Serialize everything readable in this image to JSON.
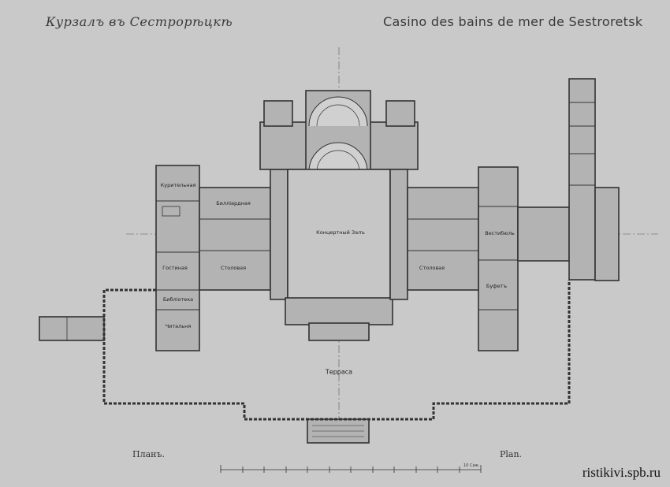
{
  "title_ru": "Курзалъ въ Сестрорѣцкѣ",
  "title_fr": "Casino des bains de mer de Sestroretsk",
  "caption_ru": "Планъ.",
  "caption_fr": "Plan.",
  "watermark": "ristikivi.spb.ru",
  "scale_label": "10 Саж.",
  "rooms": {
    "kurilnaya": "Курительная",
    "billiardnaya": "Билліардная",
    "kontsertny_zal": "Концертный Залъ",
    "gostinaya": "Гостиная",
    "stolovaya_left": "Столовая",
    "stolovaya_right": "Столовая",
    "biblioteka": "Библіотека",
    "chitalnya": "Читальня",
    "vestibyul": "Вестибюль",
    "bufet": "Буфетъ",
    "terrasa": "Терраса"
  },
  "colors": {
    "paper": "#c9c9c9",
    "wall": "#333333",
    "room_fill": "#b3b3b3",
    "axis": "#555555"
  }
}
